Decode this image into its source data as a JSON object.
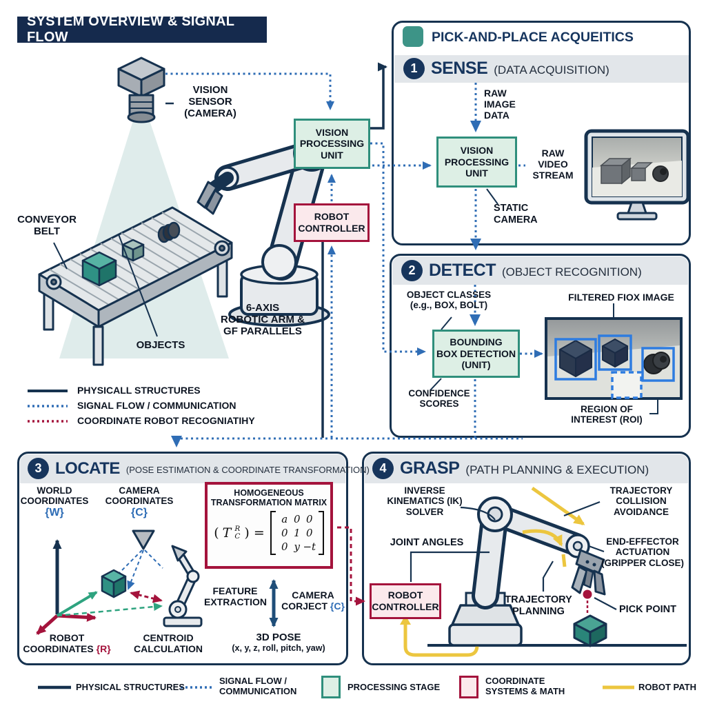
{
  "colors": {
    "navy": "#16324f",
    "teal": "#3d9487",
    "green_fill": "#ddefe5",
    "green_border": "#2f8f7c",
    "crimson": "#a4133c",
    "pink_fill": "#fbe9ec",
    "signal_blue": "#2f6db5",
    "robot_path_yellow": "#ecc63f",
    "band_gray": "#e2e6ea",
    "frame_blue": "#2d6cb5"
  },
  "main": {
    "title": "SYSTEM OVERVIEW & SIGNAL FLOW",
    "vision_sensor": "VISION\nSENSOR\n(CAMERA)",
    "conveyor": "CONVEYOR\nBELT",
    "objects": "OBJECTS",
    "robot_arm": "6-AXIS\nROBOTIC ARM &\nGF PARALLELS",
    "vpu": "VISION\nPROCESSING\nUNIT",
    "robot_controller": "ROBOT\nCONTROLLER",
    "legend": {
      "physical": "PHYSICALL STRUCTURES",
      "signal": "SIGNAL FLOW / COMMUNICATION",
      "coordinate": "COORDINATE ROBOT RECOGNIATIHY"
    }
  },
  "panel1": {
    "header": "PICK-AND-PLACE ACQUEITICS",
    "num": "1",
    "title": "SENSE",
    "subtitle": "(DATA ACQUISITION)",
    "raw_image": "RAW\nIMAGE\nDATA",
    "vpu": "VISION\nPROCESSING\nUNIT",
    "raw_video": "RAW\nVIDEO\nSTREAM",
    "static_camera": "STATIC\nCAMERA"
  },
  "panel2": {
    "num": "2",
    "title": "DETECT",
    "subtitle": "(OBJECT RECOGNITION)",
    "object_classes": "OBJECT CLASSES\n(e.g., BOX, BOLT)",
    "bbd": "BOUNDING\nBOX DETECTION\n(UNIT)",
    "confidence": "CONFIDENCE\nSCORES",
    "filtered": "FILTERED FIOX IMAGE",
    "roi": "REGION OF\nINTEREST (ROI)"
  },
  "panel3": {
    "num": "3",
    "title": "LOCATE",
    "subtitle": "(POSE ESTIMATION & COORDINATE TRANSFORMATION)",
    "world": "WORLD\nCOORDINATES",
    "world_frame": "{W}",
    "camera": "CAMERA\nCOORDINATES",
    "camera_frame": "{C}",
    "matrix_title": "HOMOGENEOUS\nTRANSFORMATION MATRIX",
    "matrix_lhs_open": "(",
    "matrix_lhs_t": "T",
    "matrix_lhs_sup": "R",
    "matrix_lhs_sub": "C",
    "matrix_lhs_close": ") =",
    "matrix": {
      "rows": [
        [
          "a",
          "0",
          "0"
        ],
        [
          "0",
          "1",
          "0"
        ],
        [
          "0",
          "y",
          "−t"
        ]
      ]
    },
    "feature": "FEATURE\nEXTRACTION",
    "camera_object": "CAMERA\nCORJECT ",
    "camera_object_frame": "{C}",
    "robot": "ROBOT\nCOORDINATES ",
    "robot_frame": "{R}",
    "centroid": "CENTROID\nCALCULATION",
    "pose_title": "3D POSE",
    "pose_sub": "(x, y, z, roll, pitch, yaw)"
  },
  "panel4": {
    "num": "4",
    "title": "GRASP",
    "subtitle": "(PATH PLANNING & EXECUTION)",
    "ik": "INVERSE\nKINEMATICS (IK)\nSOLVER",
    "joint_angles": "JOINT ANGLES",
    "rc": "ROBOT\nCONTROLLER",
    "planning": "TRAJECTORY\nPLANNING",
    "collision": "TRAJECTORY\nCOLLISION\nAVOIDANCE",
    "end_effector": "END-EFFECTOR\nACTUATION\n(GRIPPER CLOSE)",
    "pick_point": "PICK POINT"
  },
  "legend": {
    "physical": "PHYSICAL STRUCTURES",
    "signal": "SIGNAL FLOW /\nCOMMUNICATION",
    "processing": "PROCESSING STAGE",
    "coordinate": "COORDINATE\nSYSTEMS & MATH",
    "robot_path": "ROBOT PATH"
  }
}
